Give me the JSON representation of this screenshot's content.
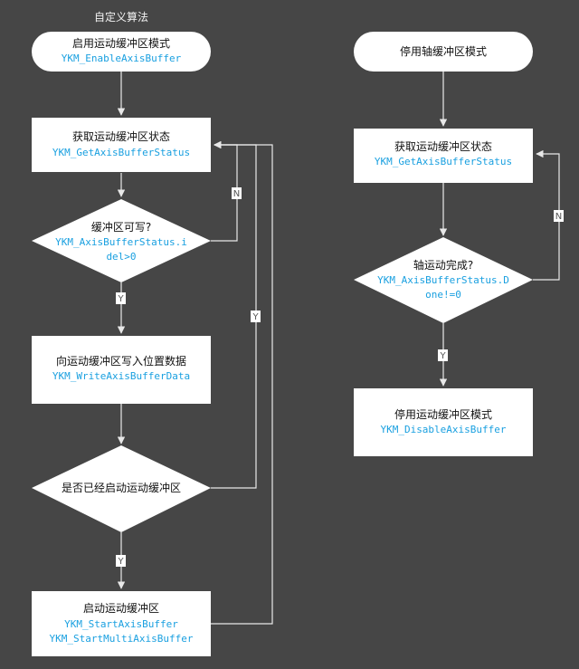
{
  "caption": "自定义算法",
  "left": {
    "start": {
      "title": "启用运动缓冲区模式",
      "code": "YKM_EnableAxisBuffer"
    },
    "get_status": {
      "title": "获取运动缓冲区状态",
      "code": "YKM_GetAxisBufferStatus"
    },
    "writable": {
      "title": "缓冲区可写?",
      "code1": "YKM_AxisBufferStatus.i",
      "code2": "del>0"
    },
    "write": {
      "title": "向运动缓冲区写入位置数据",
      "code": "YKM_WriteAxisBufferData"
    },
    "started_question": {
      "title": "是否已经启动运动缓冲区"
    },
    "start_buffer": {
      "title": "启动运动缓冲区",
      "code1": "YKM_StartAxisBuffer",
      "code2": "YKM_StartMultiAxisBuffer"
    },
    "labels": {
      "no1": "N",
      "yes1": "Y",
      "yes_loop": "Y",
      "yes2": "Y"
    }
  },
  "right": {
    "stop": {
      "title": "停用轴缓冲区模式"
    },
    "get_status": {
      "title": "获取运动缓冲区状态",
      "code": "YKM_GetAxisBufferStatus"
    },
    "done": {
      "title": "轴运动完成?",
      "code1": "YKM_AxisBufferStatus.D",
      "code2": "one!=0"
    },
    "disable": {
      "title": "停用运动缓冲区模式",
      "code": "YKM_DisableAxisBuffer"
    },
    "labels": {
      "no": "N",
      "yes": "Y"
    }
  }
}
